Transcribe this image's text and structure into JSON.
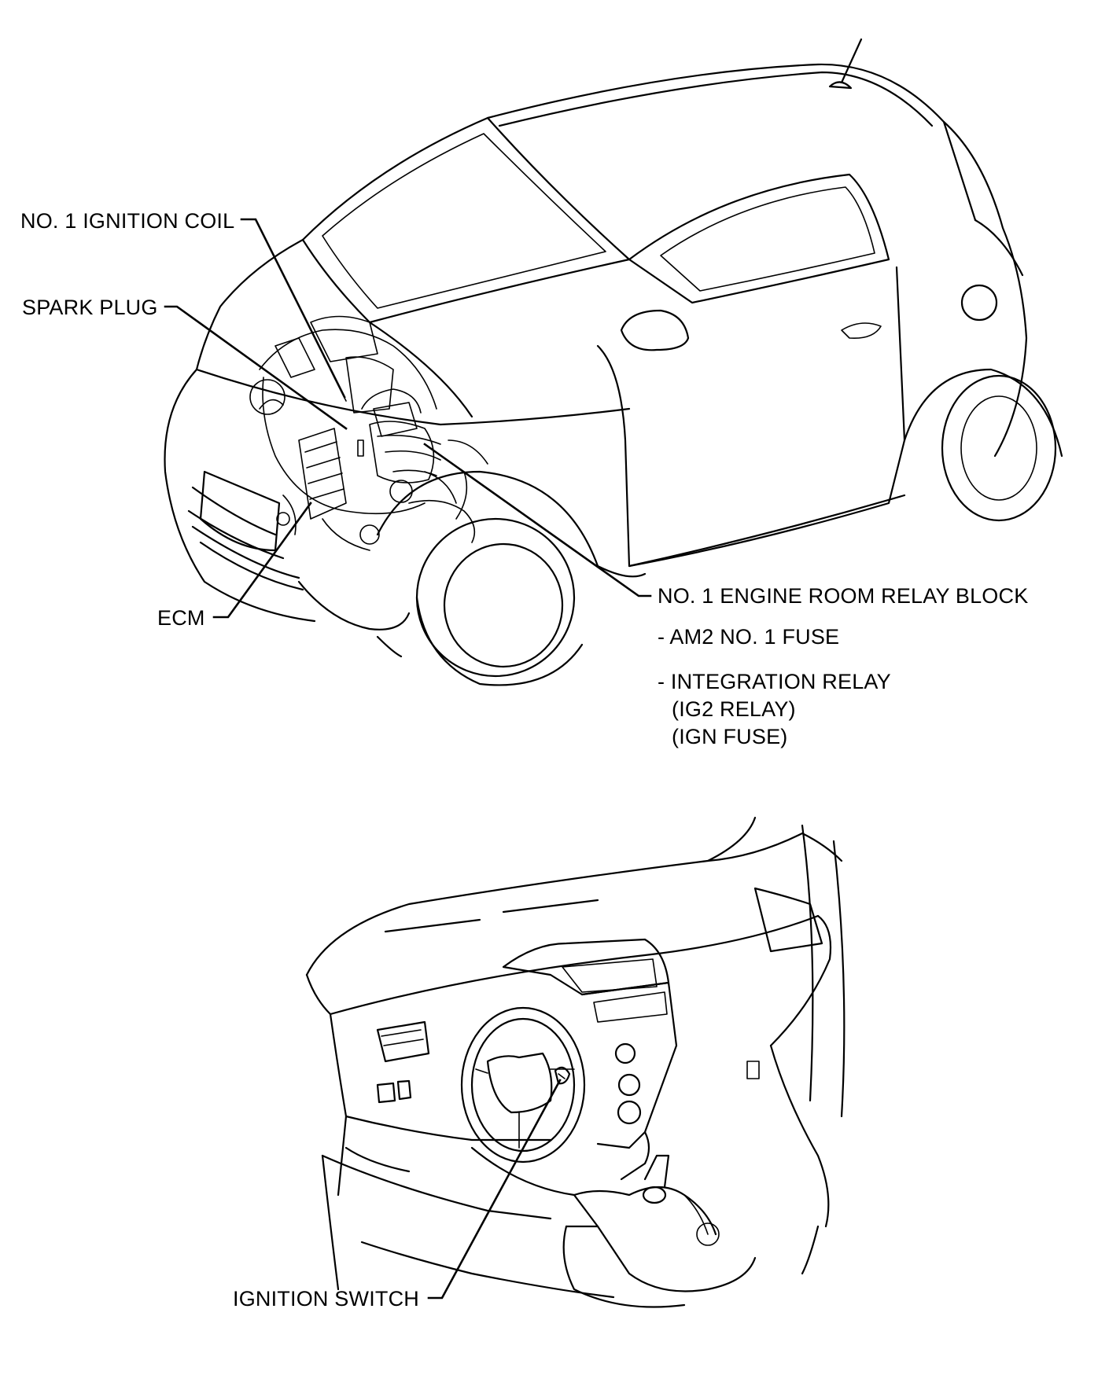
{
  "diagram": {
    "labels": {
      "ignition_coil": "NO. 1 IGNITION COIL",
      "spark_plug": "SPARK PLUG",
      "ecm": "ECM",
      "relay_block": "NO. 1 ENGINE ROOM RELAY BLOCK",
      "am2_fuse": "- AM2 NO. 1 FUSE",
      "integration_relay": "- INTEGRATION RELAY",
      "ig2_relay": "(IG2 RELAY)",
      "ign_fuse": "(IGN FUSE)",
      "ignition_switch": "IGNITION SWITCH"
    }
  }
}
